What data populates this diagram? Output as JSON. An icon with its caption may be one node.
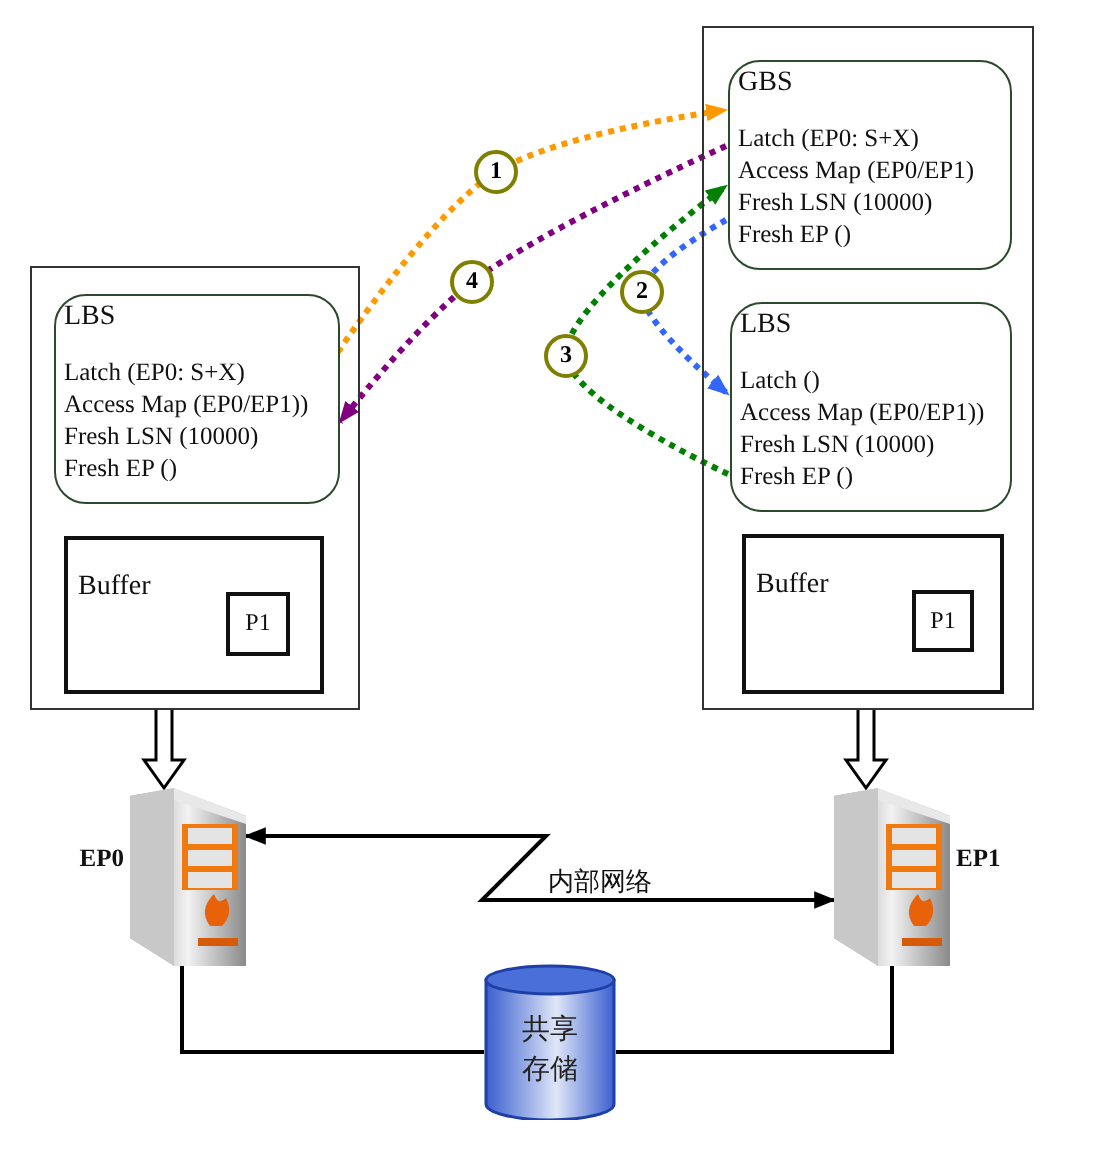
{
  "diagram": {
    "nodes": [
      {
        "text": [],
        "shape": "box"
      },
      {
        "text": [
          "LBS",
          "Latch (EP0: S+X)",
          "Access Map (EP0/EP1))",
          "Fresh LSN (10000)",
          "Fresh EP ()"
        ],
        "in": 0
      },
      {
        "text": [
          "Buffer"
        ],
        "in": 0
      },
      {
        "text": [
          "P1"
        ],
        "in": 2
      },
      {
        "text": [],
        "shape": "box"
      },
      {
        "text": [
          "GBS",
          "Latch (EP0: S+X)",
          "Access Map (EP0/EP1)",
          "Fresh LSN (10000)",
          "Fresh EP ()"
        ],
        "in": 4
      },
      {
        "text": [
          "LBS",
          "Latch ()",
          "Access Map (EP0/EP1))",
          "Fresh LSN (10000)",
          "Fresh EP ()"
        ],
        "in": 4
      },
      {
        "text": [
          "Buffer"
        ],
        "in": 4
      },
      {
        "text": [
          "P1"
        ],
        "in": 7
      },
      {
        "text": [],
        "shape": "picture",
        "beside": [
          "EP0"
        ]
      },
      {
        "text": [],
        "shape": "picture",
        "beside": [
          "EP1"
        ]
      },
      {
        "text": [
          "共享存储"
        ]
      }
    ],
    "edges": [
      {
        "from": 1,
        "to": 5,
        "arrow": "to",
        "label": "1",
        "style": "dashed",
        "color": "#ff9900"
      },
      {
        "from": 5,
        "to": 6,
        "arrow": "to",
        "label": "2",
        "style": "dashed",
        "color": "#3366ff"
      },
      {
        "from": 6,
        "to": 5,
        "arrow": "to",
        "label": "3",
        "style": "dashed",
        "color": "#008000"
      },
      {
        "from": 5,
        "to": 1,
        "arrow": "to",
        "label": "4",
        "style": "dashed",
        "color": "#800080"
      },
      {
        "from": 0,
        "to": 9,
        "arrow": "to",
        "style": "thick"
      },
      {
        "from": 4,
        "to": 10,
        "arrow": "to",
        "style": "thick"
      },
      {
        "from": 9,
        "to": 10,
        "arrow": "both",
        "label": "内部网络"
      },
      {
        "from": 9,
        "to": 11,
        "arrow": "none"
      },
      {
        "from": 10,
        "to": 11,
        "arrow": "none"
      }
    ]
  }
}
